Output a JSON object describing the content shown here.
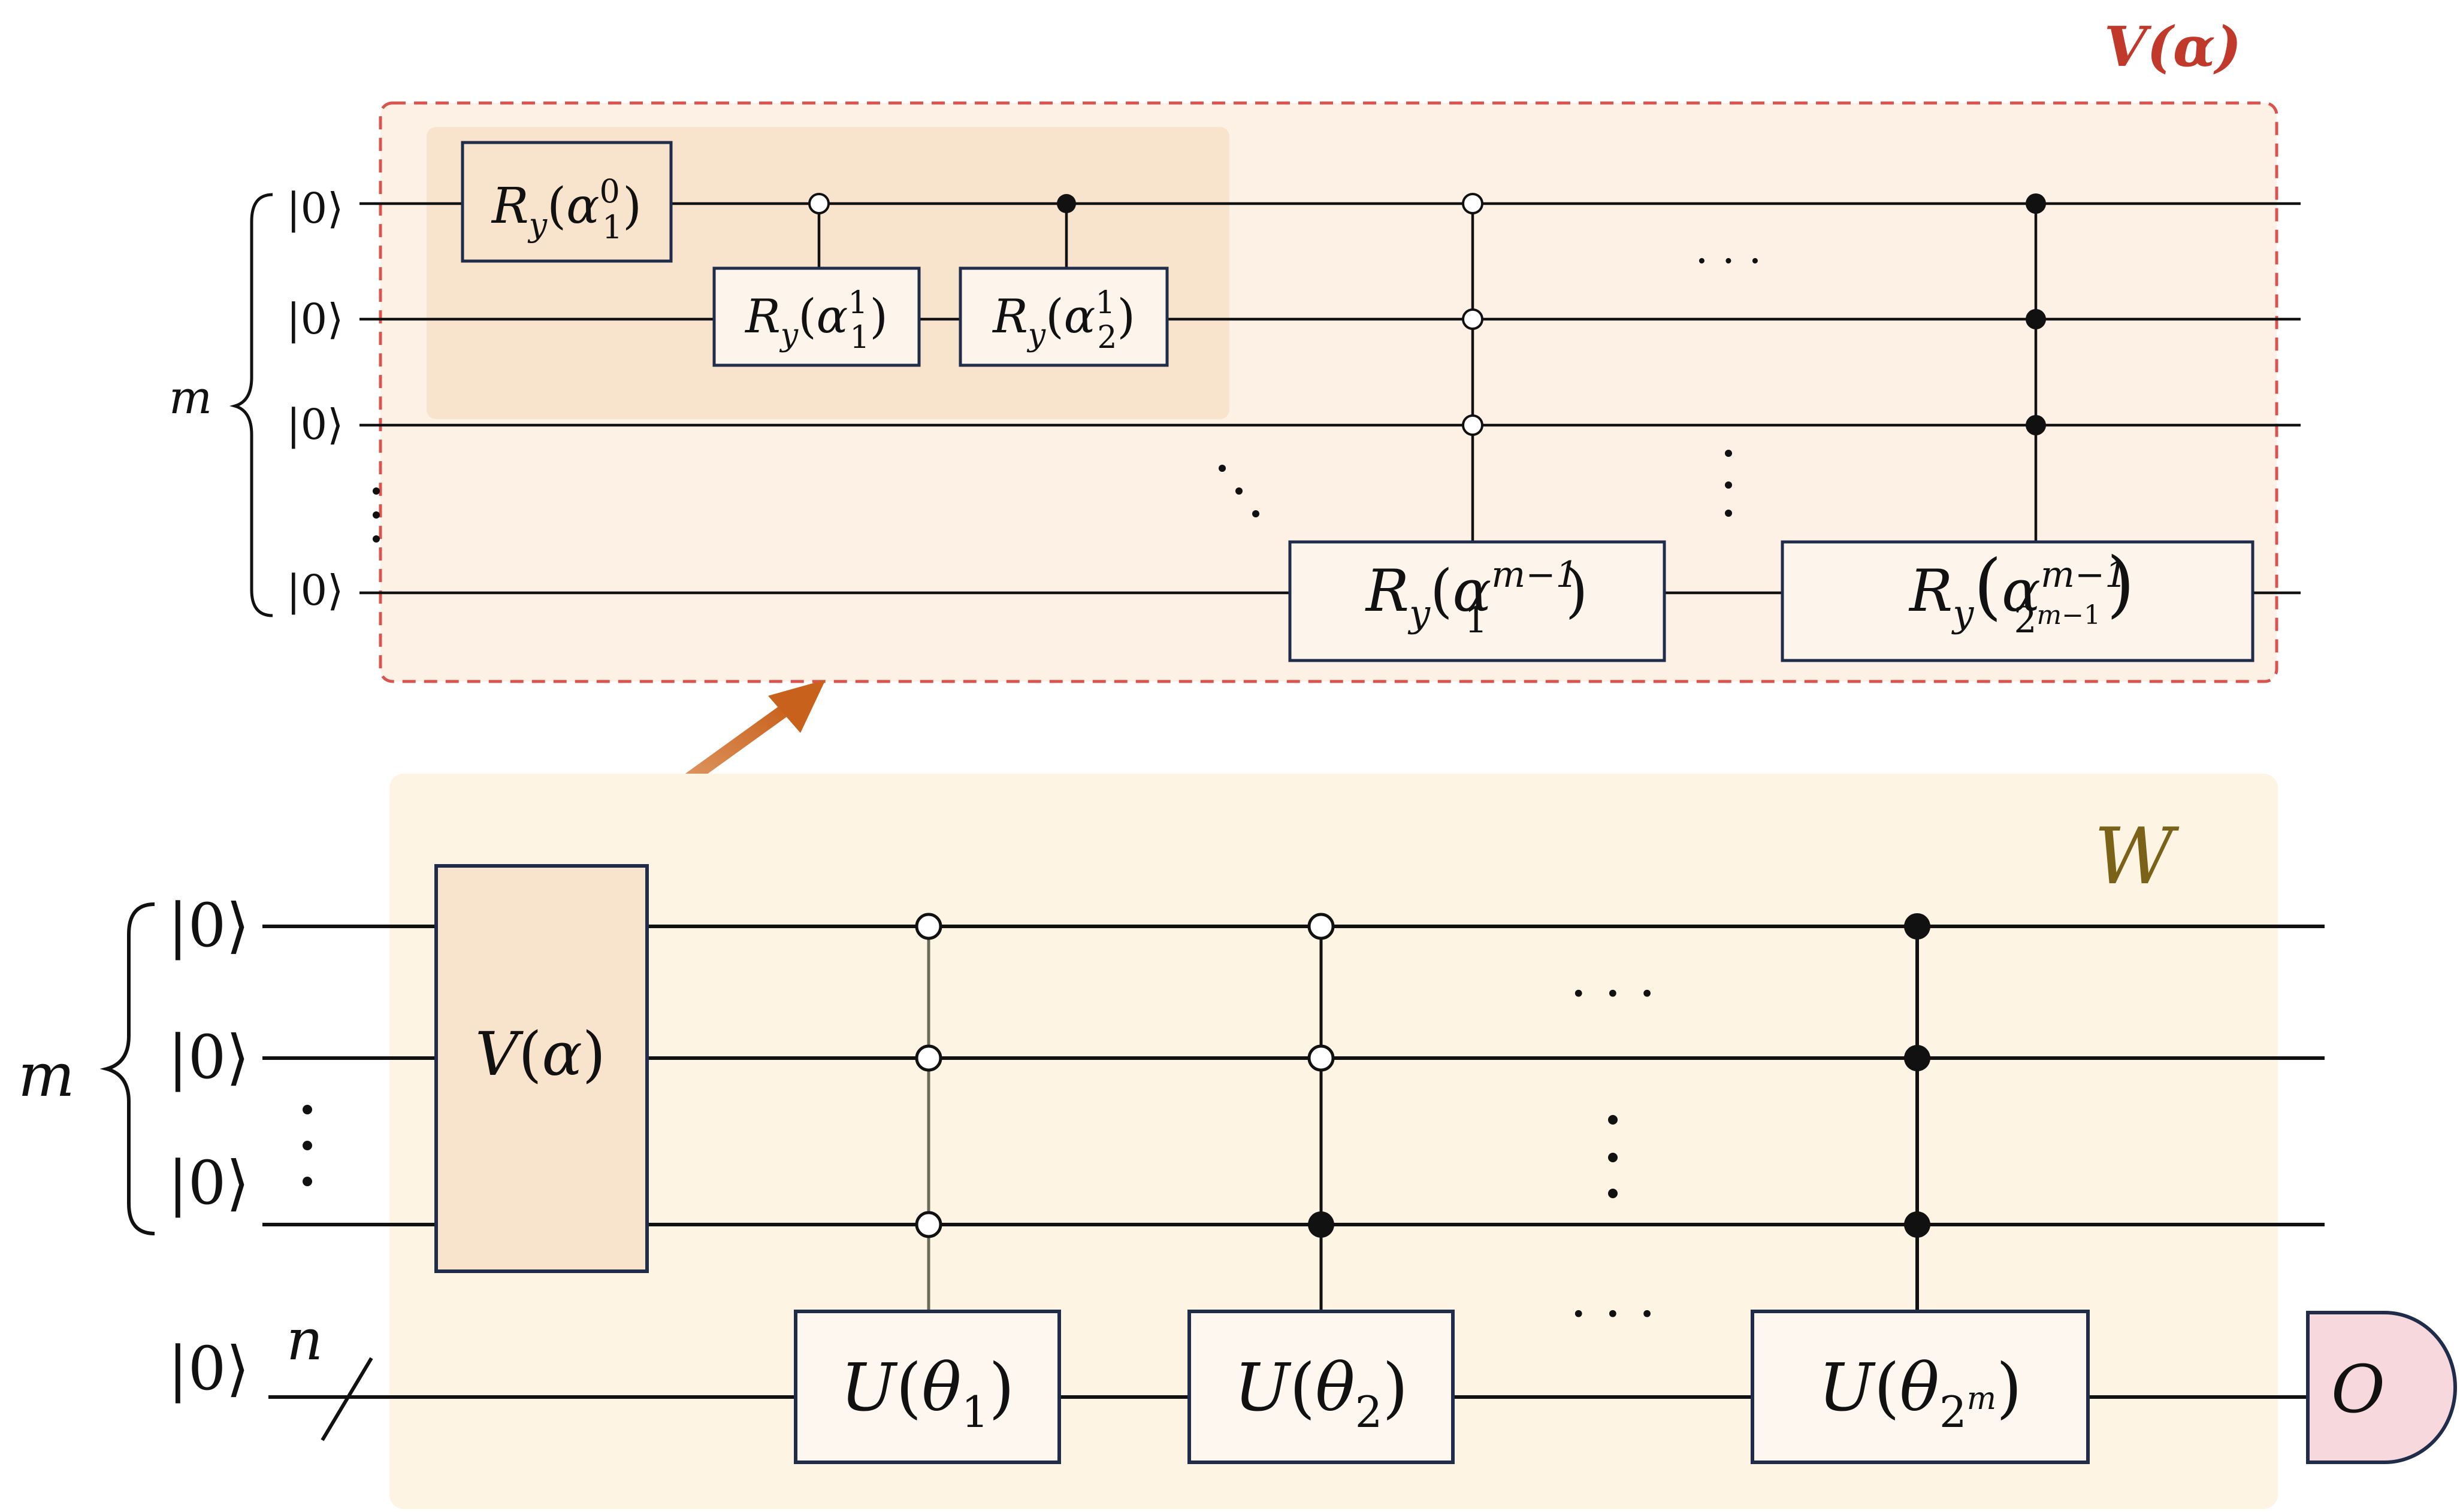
{
  "top_panel": {
    "title": "V(α)",
    "ket": "|0⟩",
    "register_label": "m",
    "gates": {
      "g0": {
        "name": "R",
        "sub": "y",
        "var": "α",
        "vsub": "1",
        "vsup": "0"
      },
      "g1": {
        "name": "R",
        "sub": "y",
        "var": "α",
        "vsub": "1",
        "vsup": "1"
      },
      "g2": {
        "name": "R",
        "sub": "y",
        "var": "α",
        "vsub": "2",
        "vsup": "1"
      },
      "g3": {
        "name": "R",
        "sub": "y",
        "var": "α",
        "vsub": "1",
        "vsup": "m−1"
      },
      "g4": {
        "name": "R",
        "sub": "y",
        "var": "α",
        "vsub": "2",
        "vsubsup": "m",
        "vsubtail": "−1",
        "vsup": "m−1"
      }
    },
    "ellipsis_h": "· · ·",
    "colors": {
      "title": "#c0392b",
      "border": "#d9534f",
      "shade": "#f8e3cc",
      "panel_bg": "#fdf1e6"
    }
  },
  "bottom_panel": {
    "title": "W",
    "ket": "|0⟩",
    "register_label": "m",
    "data_label": "n",
    "block": {
      "name": "V",
      "arg": "α"
    },
    "gates": {
      "u1": {
        "name": "U",
        "var": "θ",
        "sub": "1"
      },
      "u2": {
        "name": "U",
        "var": "θ",
        "sub": "2"
      },
      "u3": {
        "name": "U",
        "var": "θ",
        "sub": "2",
        "subsup": "m"
      }
    },
    "measure": "O",
    "ellipsis_h": "· · ·",
    "colors": {
      "title": "#7a6318",
      "panel_bg": "#fdf4e3",
      "block_bg": "#f8e3cc",
      "measure_bg": "#f7d9dd",
      "arrow": "#c8611c"
    }
  }
}
